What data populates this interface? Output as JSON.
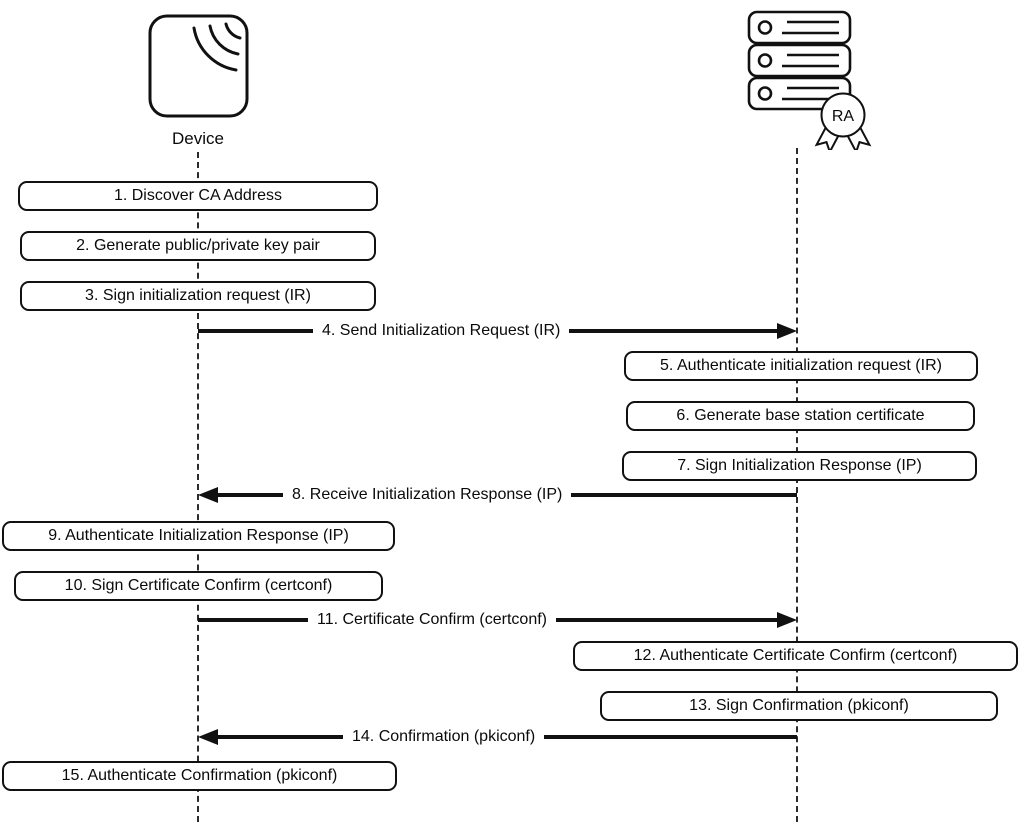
{
  "actors": {
    "device": {
      "label": "Device",
      "icon": "wireless-device-icon"
    },
    "ra": {
      "badge": "RA",
      "icon": "server-stack-icon"
    }
  },
  "steps": [
    {
      "label": "1. Discover CA Address",
      "type": "action",
      "actor": "device"
    },
    {
      "label": "2. Generate public/private key pair",
      "type": "action",
      "actor": "device"
    },
    {
      "label": "3. Sign initialization request (IR)",
      "type": "action",
      "actor": "device"
    },
    {
      "label": "4. Send Initialization Request (IR)",
      "type": "message",
      "from": "device",
      "to": "ra"
    },
    {
      "label": "5. Authenticate initialization request (IR)",
      "type": "action",
      "actor": "ra"
    },
    {
      "label": "6. Generate base station certificate",
      "type": "action",
      "actor": "ra"
    },
    {
      "label": "7. Sign Initialization Response (IP)",
      "type": "action",
      "actor": "ra"
    },
    {
      "label": "8. Receive Initialization Response (IP)",
      "type": "message",
      "from": "ra",
      "to": "device"
    },
    {
      "label": "9. Authenticate Initialization Response (IP)",
      "type": "action",
      "actor": "device"
    },
    {
      "label": "10. Sign Certificate Confirm (certconf)",
      "type": "action",
      "actor": "device"
    },
    {
      "label": "11. Certificate Confirm (certconf)",
      "type": "message",
      "from": "device",
      "to": "ra"
    },
    {
      "label": "12. Authenticate Certificate Confirm (certconf)",
      "type": "action",
      "actor": "ra"
    },
    {
      "label": "13. Sign Confirmation (pkiconf)",
      "type": "action",
      "actor": "ra"
    },
    {
      "label": "14. Confirmation (pkiconf)",
      "type": "message",
      "from": "ra",
      "to": "device"
    },
    {
      "label": "15. Authenticate Confirmation (pkiconf)",
      "type": "action",
      "actor": "device"
    }
  ],
  "colors": {
    "stroke": "#111111",
    "background": "#ffffff"
  }
}
